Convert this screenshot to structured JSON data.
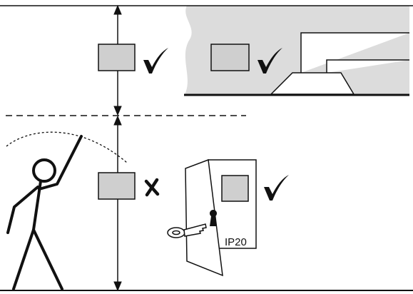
{
  "colors": {
    "line": "#111111",
    "zone_fill": "#dcdcdc",
    "box_fill": "#cfcfcf",
    "background": "#ffffff"
  },
  "labels": {
    "ip_rating": "IP20"
  },
  "marks": {
    "upper_left_box": "check",
    "upper_right_box": "check",
    "lower_box": "cross",
    "enclosure": "check"
  },
  "icons": [
    "check-icon",
    "cross-icon",
    "key-icon",
    "keyhole-icon",
    "person-icon",
    "double-arrow-icon"
  ]
}
